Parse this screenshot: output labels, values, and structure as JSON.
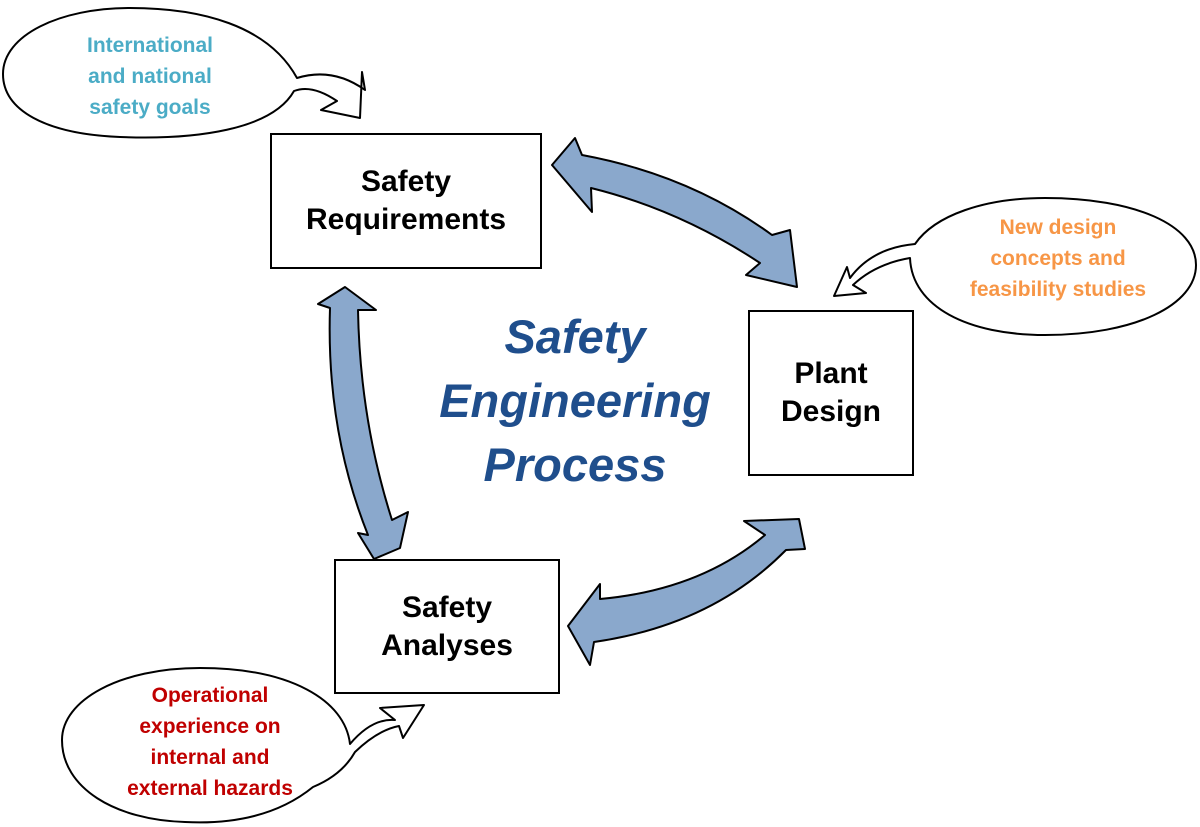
{
  "colors": {
    "arrow_fill": "#8aa8cc",
    "arrow_stroke": "#000000",
    "title": "#1f4e8c",
    "goals": "#4bacc6",
    "design": "#f79646",
    "hazards": "#c00000"
  },
  "center_title": [
    "Safety",
    "Engineering",
    "Process"
  ],
  "boxes": {
    "safety_requirements": [
      "Safety",
      "Requirements"
    ],
    "plant_design": [
      "Plant",
      "Design"
    ],
    "safety_analyses": [
      "Safety",
      "Analyses"
    ]
  },
  "inputs": {
    "goals": [
      "International",
      "and national",
      "safety goals"
    ],
    "design": [
      "New design",
      "concepts and",
      "feasibility studies"
    ],
    "hazards": [
      "Operational",
      "experience on",
      "internal and",
      "external hazards"
    ]
  }
}
